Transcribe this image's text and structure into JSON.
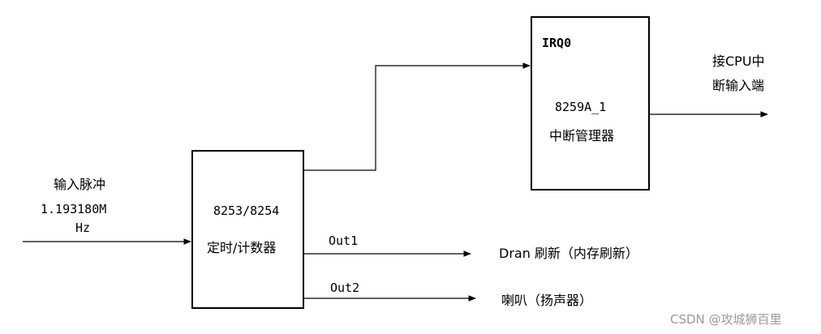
{
  "input": {
    "title": "输入脉冲",
    "freq": "1.193180M",
    "unit": "Hz"
  },
  "timer": {
    "model": "8253/8254",
    "name": "定时/计数器"
  },
  "pic": {
    "irq": "IRQ0",
    "model": "8259A_1",
    "name": "中断管理器"
  },
  "cpu": {
    "line1": "接CPU中",
    "line2": "断输入端"
  },
  "out1": {
    "label": "Out1",
    "dest": "Dran 刷新（内存刷新）"
  },
  "out2": {
    "label": "Out2",
    "dest": "喇叭（扬声器）"
  },
  "watermark": "CSDN @攻城狮百里"
}
